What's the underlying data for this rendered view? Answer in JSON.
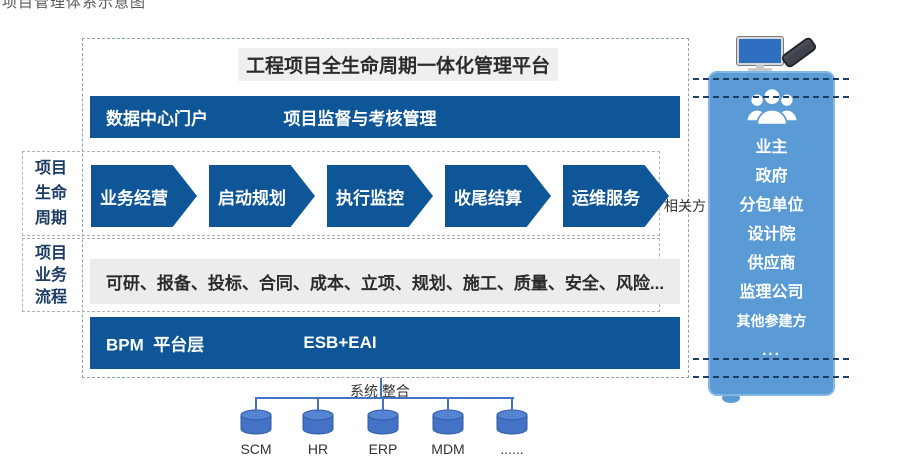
{
  "page": {
    "caption": "项目管理体系示意图"
  },
  "colors": {
    "bar_blue": "#0e5697",
    "sidebar_blue": "#5b9bd5",
    "cylinder_blue": "#4472c4"
  },
  "platform": {
    "title": "工程项目全生命周期一体化管理平台"
  },
  "portal_bar": {
    "left": "数据中心门户",
    "center": "项目监督与考核管理"
  },
  "lifecycle": {
    "label_lines": [
      "项目",
      "生命",
      "周期"
    ],
    "stages": [
      "业务经营",
      "启动规划",
      "执行监控",
      "收尾结算",
      "运维服务"
    ]
  },
  "process": {
    "label_lines": [
      "项目",
      "业务",
      "流程"
    ],
    "text": "可研、报备、投标、合同、成本、立项、规划、施工、质量、安全、风险..."
  },
  "platform_bar": {
    "left": "BPM  平台层",
    "center": "ESB+EAI"
  },
  "stakeholders": {
    "side_label": "相关方",
    "items": [
      "业主",
      "政府",
      "分包单位",
      "设计院",
      "供应商",
      "监理公司",
      "其他参建方",
      "..."
    ]
  },
  "integration": {
    "label": "系统 整合",
    "systems": [
      "SCM",
      "HR",
      "ERP",
      "MDM",
      "......"
    ]
  }
}
